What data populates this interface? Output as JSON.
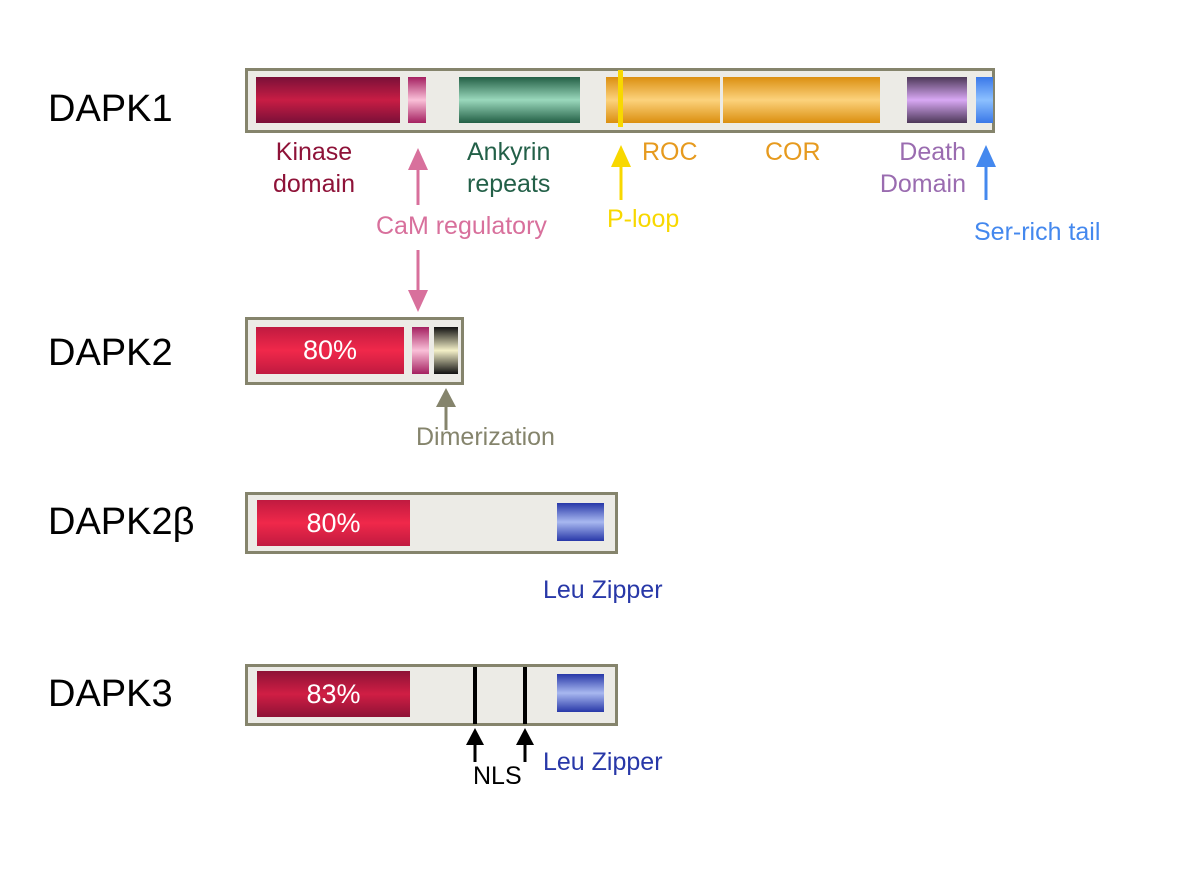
{
  "proteins": {
    "dapk1": {
      "name": "DAPK1",
      "labels": {
        "kinase": [
          "Kinase",
          "domain"
        ],
        "ankyrin": [
          "Ankyrin",
          "repeats"
        ],
        "roc": "ROC",
        "cor": "COR",
        "death": [
          "Death",
          "Domain"
        ],
        "cam": "CaM regulatory",
        "ploop": "P-loop",
        "ser": "Ser-rich tail"
      }
    },
    "dapk2": {
      "name": "DAPK2",
      "identity": "80%",
      "dimerization": "Dimerization"
    },
    "dapk2b": {
      "name": "DAPK2β",
      "identity": "80%",
      "leu": "Leu Zipper"
    },
    "dapk3": {
      "name": "DAPK3",
      "identity": "83%",
      "leu": "Leu Zipper",
      "nls": "NLS"
    }
  },
  "colors": {
    "cam": "#d8709c",
    "ploop": "#f8d800",
    "ser": "#4488ee",
    "dimer": "#85846c"
  }
}
